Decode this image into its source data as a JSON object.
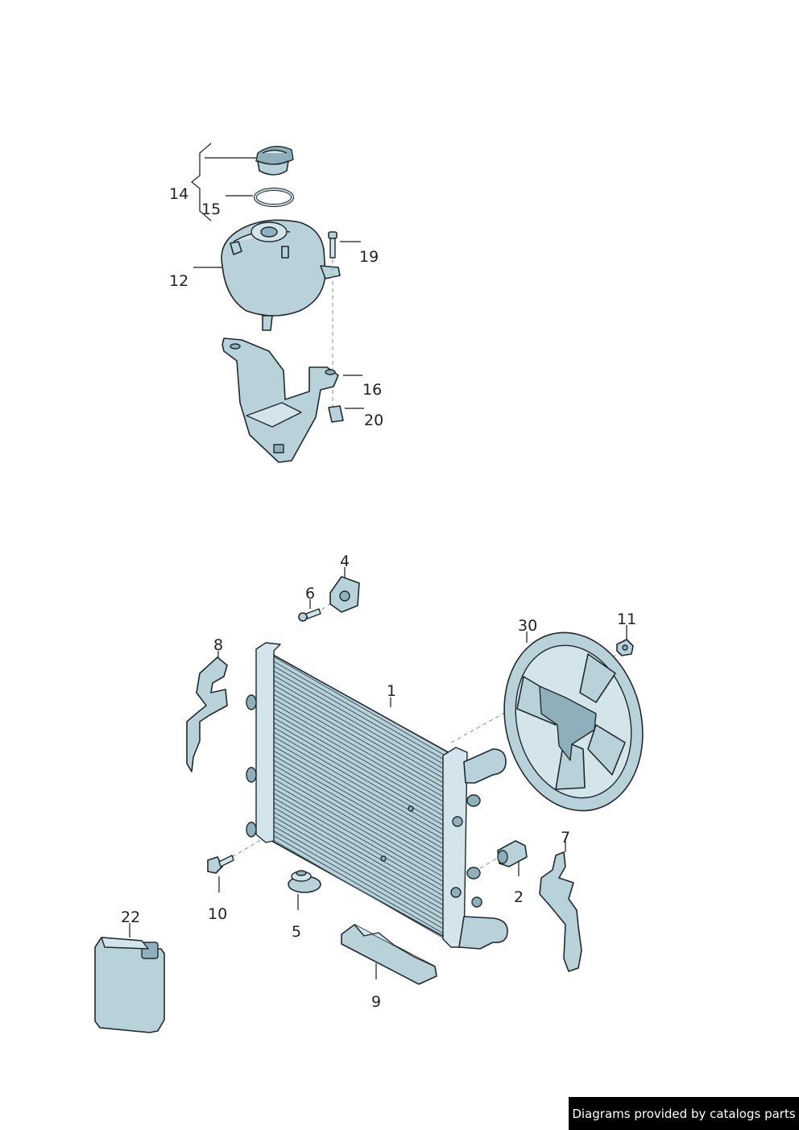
{
  "callouts": {
    "c1": "1",
    "c2": "2",
    "c4": "4",
    "c5": "5",
    "c6": "6",
    "c7": "7",
    "c8": "8",
    "c9": "9",
    "c10": "10",
    "c11": "11",
    "c12": "12",
    "c14": "14",
    "c15": "15",
    "c16": "16",
    "c19": "19",
    "c20": "20",
    "c22": "22",
    "c30": "30"
  },
  "colors": {
    "part_fill": "#b9d2da",
    "outline": "#1f2a30",
    "credit_bg": "#000000"
  },
  "credit": "Diagrams provided by catalogs parts"
}
